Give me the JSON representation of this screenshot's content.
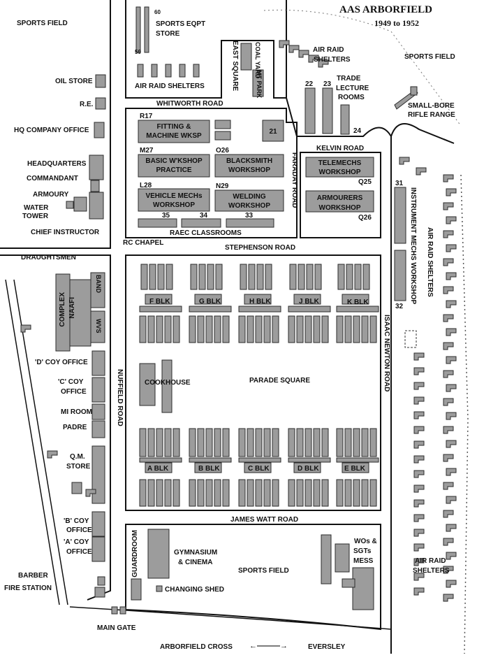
{
  "title": "AAS ARBORFIELD",
  "subtitle": "1949 to 1952",
  "roads": {
    "whitworth": "WHITWORTH ROAD",
    "east_square": "EAST SQUARE",
    "kelvin": "KELVIN ROAD",
    "faraday": "FARADAY ROAD",
    "stephenson": "STEPHENSON ROAD",
    "isaac_newton": "ISAAC NEWTON ROAD",
    "nuffield": "NUFFIELD ROAD",
    "james_watt": "JAMES WATT ROAD"
  },
  "places": {
    "sports_field_nw": "SPORTS FIELD",
    "sports_field_ne": "SPORTS FIELD",
    "sports_field_s": "SPORTS FIELD",
    "oil_store": "OIL STORE",
    "re": "R.E.",
    "hq_company_office": "HQ COMPANY OFFICE",
    "headquarters": "HEADQUARTERS",
    "commandant": "COMMANDANT",
    "armoury": "ARMOURY",
    "water_tower_1": "WATER",
    "water_tower_2": "TOWER",
    "chief_instructor": "CHIEF INSTRUCTOR",
    "sports_eqpt_1": "SPORTS EQPT",
    "sports_eqpt_2": "STORE",
    "num_60": "60",
    "num_59": "59",
    "air_raid_shelters_n": "AIR RAID SHELTERS",
    "coal_yard": "COAL YARD",
    "mt_park": "MT PARK",
    "air_raid_ne_1": "AIR RAID",
    "air_raid_ne_2": "SHELTERS",
    "trade_1": "TRADE",
    "trade_2": "LECTURE",
    "trade_3": "ROOMS",
    "num_22": "22",
    "num_23": "23",
    "num_24": "24",
    "small_bore_1": "SMALL-BORE",
    "small_bore_2": "RIFLE RANGE",
    "r17": "R17",
    "fitting_1": "FITTING &",
    "fitting_2": "MACHINE WKSP",
    "num_21": "21",
    "m27": "M27",
    "o26": "O26",
    "basic_1": "BASIC W'KSHOP",
    "basic_2": "PRACTICE",
    "blacksmith_1": "BLACKSMITH",
    "blacksmith_2": "WORKSHOP",
    "l28": "L28",
    "n29": "N29",
    "vehicle_1": "VEHICLE MECHs",
    "vehicle_2": "WORKSHOP",
    "welding_1": "WELDING",
    "welding_2": "WORKSHOP",
    "num_35": "35",
    "num_34": "34",
    "num_33": "33",
    "raec": "RAEC CLASSROOMS",
    "rc_chapel": "RC CHAPEL",
    "telemechs_1": "TELEMECHS",
    "telemechs_2": "WORKSHOP",
    "q25": "Q25",
    "armourers_1": "ARMOURERS",
    "armourers_2": "WORKSHOP",
    "q26": "Q26",
    "num_31": "31",
    "num_32": "32",
    "instrument": "INSTRUMENT MECHS WORKSHOP",
    "air_raid_e_vert": "AIR RAID SHELTERS",
    "draughtsmen": "DRAUGHTSMEN",
    "naafi_1": "NAAFI",
    "naafi_2": "COMPLEX",
    "band": "BAND",
    "wvs": "WVS",
    "d_coy": "'D' COY OFFICE",
    "c_coy_1": "'C' COY",
    "c_coy_2": "OFFICE",
    "mi_room": "MI ROOM",
    "padre": "PADRE",
    "qm_1": "Q.M.",
    "qm_2": "STORE",
    "b_coy_1": "'B' COY",
    "b_coy_2": "OFFICE",
    "a_coy_1": "'A' COY",
    "a_coy_2": "OFFICE",
    "barber": "BARBER",
    "fire_station": "FIRE STATION",
    "main_gate": "MAIN GATE",
    "cookhouse": "COOKHOUSE",
    "parade_square": "PARADE SQUARE",
    "f_blk": "F BLK",
    "g_blk": "G BLK",
    "h_blk": "H BLK",
    "j_blk": "J BLK",
    "k_blk": "K BLK",
    "a_blk": "A BLK",
    "b_blk": "B BLK",
    "c_blk": "C BLK",
    "d_blk": "D BLK",
    "e_blk": "E BLK",
    "guardroom": "GUARDROOM",
    "gym_1": "GYMNASIUM",
    "gym_2": "& CINEMA",
    "changing_shed": "CHANGING SHED",
    "wos_1": "WOs &",
    "wos_2": "SGTs",
    "wos_3": "MESS",
    "air_raid_se_1": "AIR RAID",
    "air_raid_se_2": "SHELTERS",
    "arborfield_cross": "ARBORFIELD CROSS",
    "eversley": "EVERSLEY",
    "direction_arrow": "←———→"
  },
  "colors": {
    "building": "#9c9c9c",
    "outline": "#111111",
    "background": "#ffffff"
  }
}
